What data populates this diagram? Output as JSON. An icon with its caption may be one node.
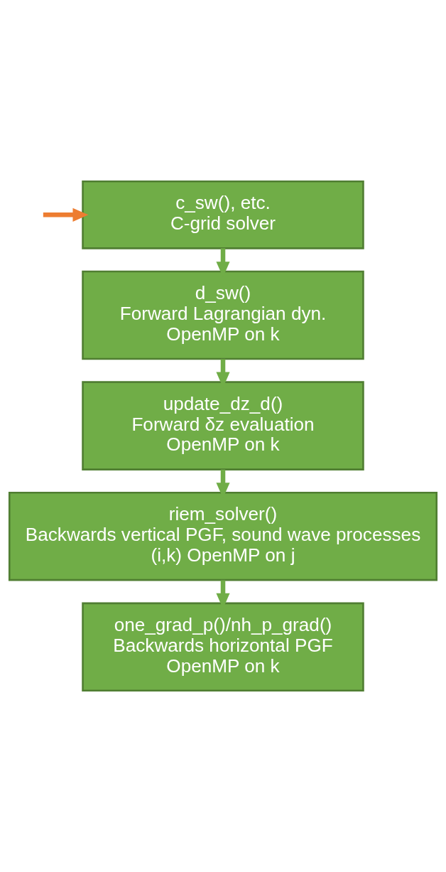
{
  "diagram": {
    "nodes": [
      {
        "text": [
          "c_sw(), etc.",
          "C-grid solver"
        ]
      },
      {
        "text": [
          "d_sw()",
          "Forward Lagrangian dyn.",
          "OpenMP on k"
        ]
      },
      {
        "text": [
          "update_dz_d()",
          "Forward δz evaluation",
          "OpenMP on k"
        ]
      },
      {
        "text": [
          "riem_solver()",
          "Backwards vertical PGF, sound wave processes",
          "(i,k) OpenMP on j"
        ]
      },
      {
        "text": [
          "one_grad_p()/nh_p_grad()",
          "Backwards horizontal PGF",
          "OpenMP on k"
        ]
      }
    ],
    "edges": [
      {
        "from": null,
        "to": 0,
        "arrow": "to",
        "color": "#ed7d31"
      },
      {
        "from": 0,
        "to": 1,
        "arrow": "to"
      },
      {
        "from": 1,
        "to": 2,
        "arrow": "to"
      },
      {
        "from": 2,
        "to": 3,
        "arrow": "to"
      },
      {
        "from": 3,
        "to": 4,
        "arrow": "to"
      }
    ]
  }
}
